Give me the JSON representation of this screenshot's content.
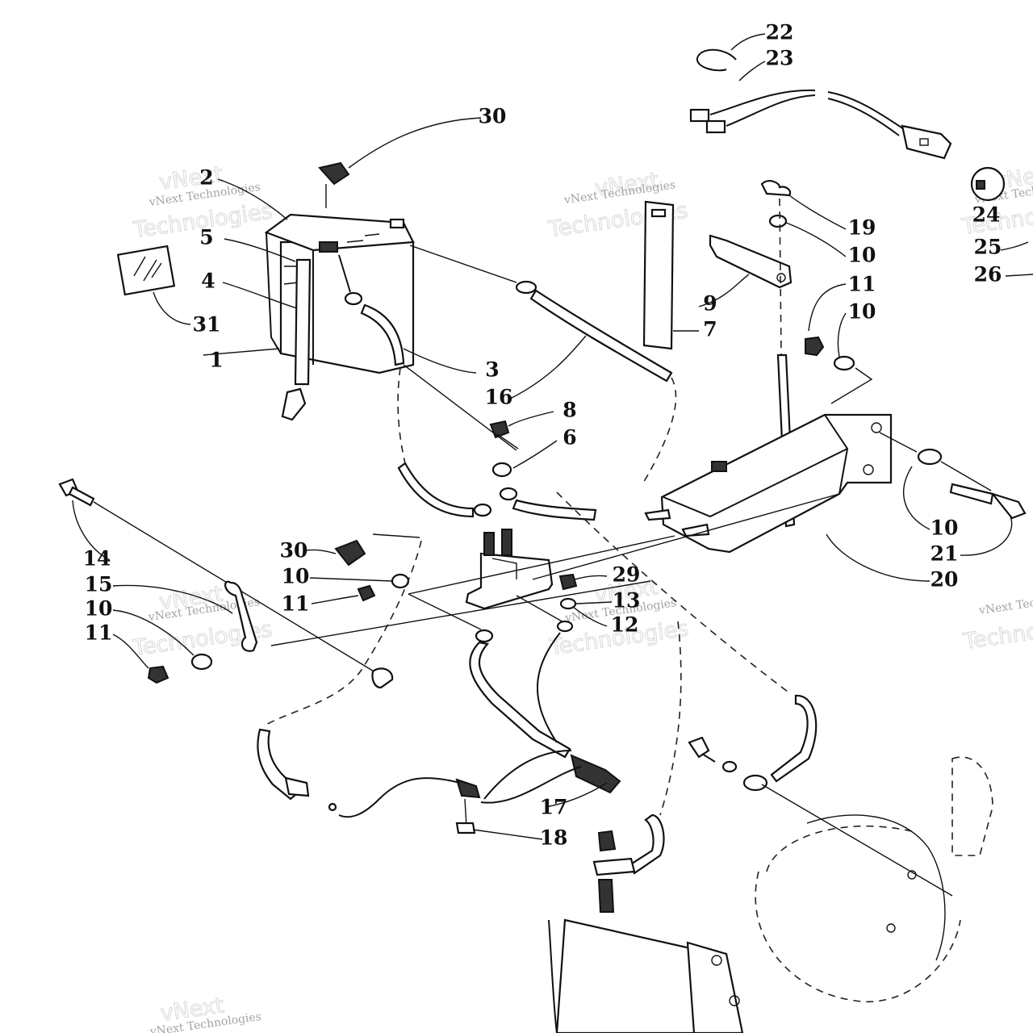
{
  "watermark": {
    "line1": "vNext",
    "line2": "vNext Technologies",
    "line3": "Technologies"
  },
  "callouts": [
    {
      "id": "c1",
      "text": "1"
    },
    {
      "id": "c2",
      "text": "2"
    },
    {
      "id": "c3",
      "text": "3"
    },
    {
      "id": "c4",
      "text": "4"
    },
    {
      "id": "c5",
      "text": "5"
    },
    {
      "id": "c6",
      "text": "6"
    },
    {
      "id": "c7",
      "text": "7"
    },
    {
      "id": "c8",
      "text": "8"
    },
    {
      "id": "c9",
      "text": "9"
    },
    {
      "id": "c10a",
      "text": "10"
    },
    {
      "id": "c10b",
      "text": "10"
    },
    {
      "id": "c10c",
      "text": "10"
    },
    {
      "id": "c10d",
      "text": "10"
    },
    {
      "id": "c10e",
      "text": "10"
    },
    {
      "id": "c11a",
      "text": "11"
    },
    {
      "id": "c11b",
      "text": "11"
    },
    {
      "id": "c11c",
      "text": "11"
    },
    {
      "id": "c12",
      "text": "12"
    },
    {
      "id": "c13",
      "text": "13"
    },
    {
      "id": "c14",
      "text": "14"
    },
    {
      "id": "c15",
      "text": "15"
    },
    {
      "id": "c16",
      "text": "16"
    },
    {
      "id": "c17",
      "text": "17"
    },
    {
      "id": "c18",
      "text": "18"
    },
    {
      "id": "c19",
      "text": "19"
    },
    {
      "id": "c20",
      "text": "20"
    },
    {
      "id": "c21",
      "text": "21"
    },
    {
      "id": "c22",
      "text": "22"
    },
    {
      "id": "c23",
      "text": "23"
    },
    {
      "id": "c24",
      "text": "24"
    },
    {
      "id": "c25",
      "text": "25"
    },
    {
      "id": "c26",
      "text": "26"
    },
    {
      "id": "c29",
      "text": "29"
    },
    {
      "id": "c30a",
      "text": "30"
    },
    {
      "id": "c30b",
      "text": "30"
    },
    {
      "id": "c31",
      "text": "31"
    }
  ]
}
